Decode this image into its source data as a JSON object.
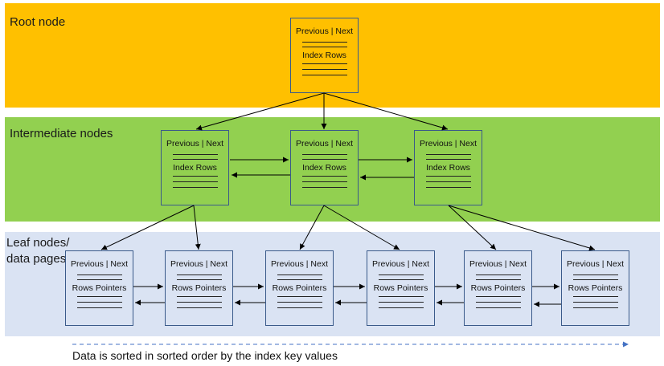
{
  "colors": {
    "root_band": "#ffc000",
    "intermediate_band": "#92d050",
    "leaf_band": "#dae3f3",
    "node_border": "#3a5a8a",
    "arrow": "#000000",
    "sort_arrow": "#4472c4"
  },
  "bands": {
    "root_label": "Root node",
    "intermediate_label": "Intermediate nodes",
    "leaf_label": "Leaf nodes/\ndata pages"
  },
  "node_text": {
    "header": "Previous | Next",
    "index_rows": "Index Rows",
    "row_pointers": "Rows Pointers"
  },
  "footer": {
    "caption": "Data is sorted  in sorted order by the index key values"
  }
}
